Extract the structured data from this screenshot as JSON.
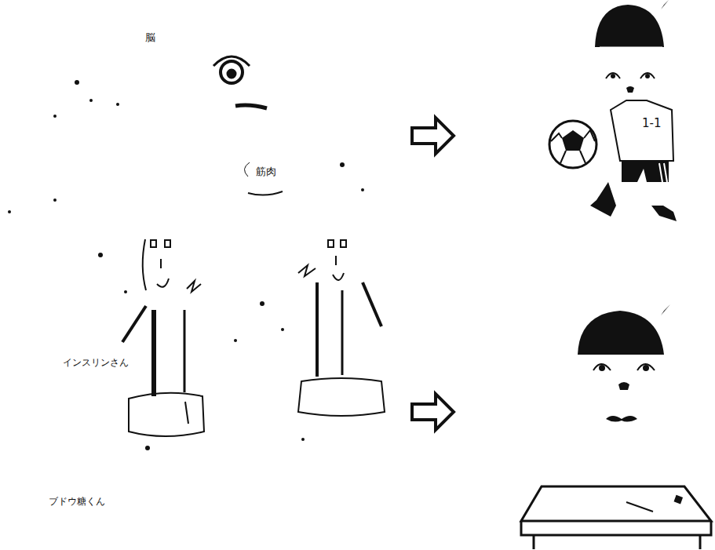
{
  "diagram": {
    "labels": [
      "脳",
      "筋肉",
      "インスリンさん",
      "ブドウ糖くん",
      "1-1"
    ]
  }
}
